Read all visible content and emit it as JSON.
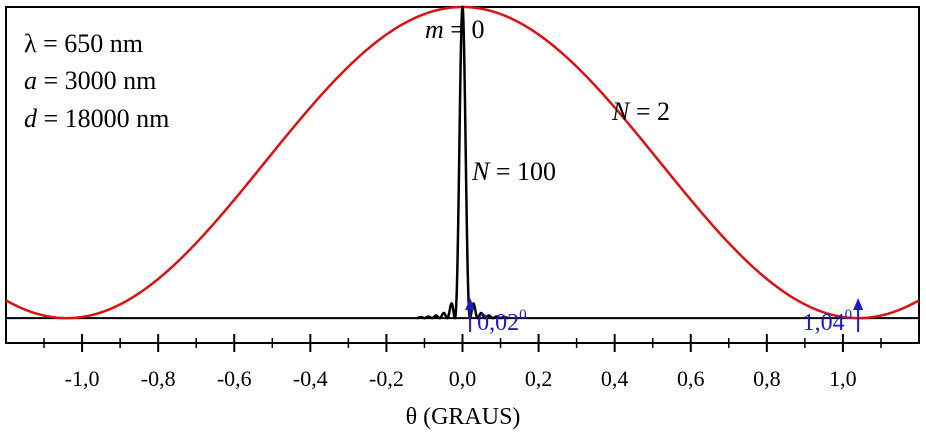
{
  "chart_data": {
    "type": "line",
    "xlabel": "θ (GRAUS)",
    "xlim": [
      -1.2,
      1.2
    ],
    "ylim": [
      -0.08,
      1.0
    ],
    "grid": false,
    "x_ticks": [
      -1.0,
      -0.8,
      -0.6,
      -0.4,
      -0.2,
      0.0,
      0.2,
      0.4,
      0.6,
      0.8,
      1.0
    ],
    "x_tick_labels": [
      "-1,0",
      "-0,8",
      "-0,6",
      "-0,4",
      "-0,2",
      "0,0",
      "0,2",
      "0,4",
      "0,6",
      "0,8",
      "1,0"
    ],
    "params": {
      "lambda_sym": "λ",
      "lambda_val": "= 650 nm",
      "a_sym": "a",
      "a_val": "= 3000 nm",
      "d_sym": "d",
      "d_val": "= 18000 nm"
    },
    "annotations": {
      "m0_sym": "m",
      "m0_val": "= 0",
      "n2_sym": "N",
      "n2_val": "= 2",
      "n100_sym": "N",
      "n100_val": "= 100",
      "arrow1_text": "0,02",
      "arrow1_sup": "0",
      "arrow1_x": 0.02,
      "arrow2_text": "1,04",
      "arrow2_sup": "0",
      "arrow2_x": 1.04
    },
    "series": [
      {
        "color": "#dd1111",
        "N": 2,
        "lambda_nm": 650,
        "a_nm": 3000,
        "d_nm": 18000,
        "x_range": [
          -1.2,
          1.2
        ]
      },
      {
        "color": "#000000",
        "N": 100,
        "lambda_nm": 650,
        "a_nm": 3000,
        "d_nm": 18000,
        "x_range": [
          -0.12,
          0.12
        ]
      }
    ]
  }
}
